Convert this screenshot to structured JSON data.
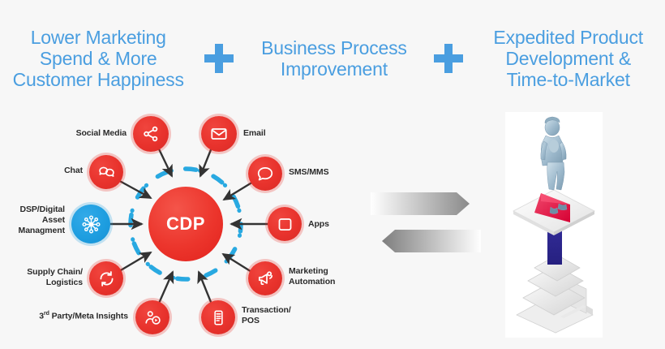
{
  "background_color": "#f7f7f7",
  "accent_blue": "#4a9ee0",
  "accent_red": "#e8322c",
  "headline": {
    "benefit_1": "Lower Marketing\nSpend & More\nCustomer Happiness",
    "plus_1": "plus-sign",
    "benefit_2": "Business Process\nImprovement",
    "plus_2": "plus-sign",
    "benefit_3": "Expedited Product\nDevelopment &\nTime-to-Market"
  },
  "diagram": {
    "hub": {
      "label": "CDP",
      "color": "#e8322c",
      "text_color": "#ffffff"
    },
    "nodes": [
      {
        "id": "social-media",
        "label": "Social Media",
        "icon": "share-icon",
        "color": "#e8322c",
        "label_side": "left"
      },
      {
        "id": "email",
        "label": "Email",
        "icon": "envelope-icon",
        "color": "#e8322c",
        "label_side": "right"
      },
      {
        "id": "chat",
        "label": "Chat",
        "icon": "chat-bubbles-icon",
        "color": "#e8322c",
        "label_side": "left"
      },
      {
        "id": "sms-mms",
        "label": "SMS/MMS",
        "icon": "speech-bubble-icon",
        "color": "#e8322c",
        "label_side": "right"
      },
      {
        "id": "dsp-digital-asset",
        "label": "DSP/Digital\nAsset\nManagment",
        "icon": "network-nodes-icon",
        "color": "#1e9ee0",
        "label_side": "left"
      },
      {
        "id": "apps",
        "label": "Apps",
        "icon": "app-window-icon",
        "color": "#e8322c",
        "label_side": "right"
      },
      {
        "id": "supply-chain",
        "label": "Supply Chain/\nLogistics",
        "icon": "refresh-cycle-icon",
        "color": "#e8322c",
        "label_side": "left"
      },
      {
        "id": "marketing-automation",
        "label": "Marketing\nAutomation",
        "icon": "megaphone-icon",
        "color": "#e8322c",
        "label_side": "right"
      },
      {
        "id": "third-party-insights",
        "label": "3rd Party/Meta Insights",
        "icon": "person-play-icon",
        "color": "#e8322c",
        "label_side": "left",
        "superscript": "rd"
      },
      {
        "id": "transaction-pos",
        "label": "Transaction/\nPOS",
        "icon": "pos-terminal-icon",
        "color": "#e8322c",
        "label_side": "right"
      }
    ],
    "ring_style": "dashed-dotted-blue",
    "ring_color": "#29a9e1",
    "arrow_color": "#333333",
    "arrow_direction": "inward-to-hub"
  },
  "transition": {
    "arrow_forward": "gradient-arrow-right",
    "arrow_backward": "gradient-arrow-left"
  },
  "illustration": {
    "name": "3d-person-on-data-layers",
    "elements": [
      "standing-figure",
      "platform-slab",
      "red-wedge",
      "blue-up-arrow",
      "stacked-layers",
      "laptop"
    ],
    "figure_color": "#9db9cc",
    "wedge_color": "#e8133f",
    "arrow_color": "#2e2a8c"
  }
}
